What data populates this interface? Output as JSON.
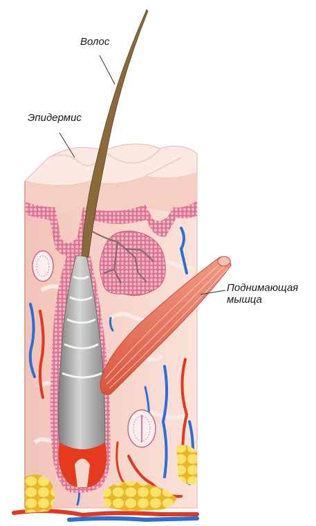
{
  "labels": {
    "hair": "Волос",
    "epidermis": "Эпидермис",
    "muscle_line1": "Поднимающая",
    "muscle_line2": "мышца"
  },
  "colors": {
    "dermis": "#f7dcd2",
    "dermis_dark": "#eab8ad",
    "epidermis": "#fbe7e0",
    "cell_layer": "#e07b96",
    "hair_shaft": "#8a6a3a",
    "follicle_sheath": "#a9a9a9",
    "papilla": "#e43a1e",
    "muscle": "#e5664f",
    "artery": "#e2361f",
    "vein": "#2a6fd6",
    "fat": "#f3d23a",
    "gland": "#d8607f"
  }
}
